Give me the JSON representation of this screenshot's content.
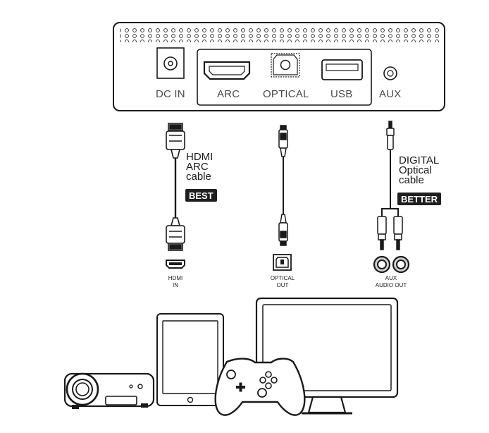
{
  "ports": {
    "dc_in": "DC IN",
    "arc": "ARC",
    "optical": "OPTICAL",
    "usb": "USB",
    "aux": "AUX"
  },
  "cables": {
    "hdmi_label_line1": "HDMI",
    "hdmi_label_line2": "ARC",
    "hdmi_label_line3": "cable",
    "hdmi_badge": "BEST",
    "optical_label_line1": "DIGITAL",
    "optical_label_line2": "Optical",
    "optical_label_line3": "cable",
    "optical_badge": "BETTER"
  },
  "device_ports": {
    "hdmi_in_line1": "HDMI",
    "hdmi_in_line2": "IN",
    "optical_out_line1": "OPTICAL",
    "optical_out_line2": "OUT",
    "aux_out_line1": "AUX",
    "aux_out_line2": "AUDIO OUT"
  }
}
